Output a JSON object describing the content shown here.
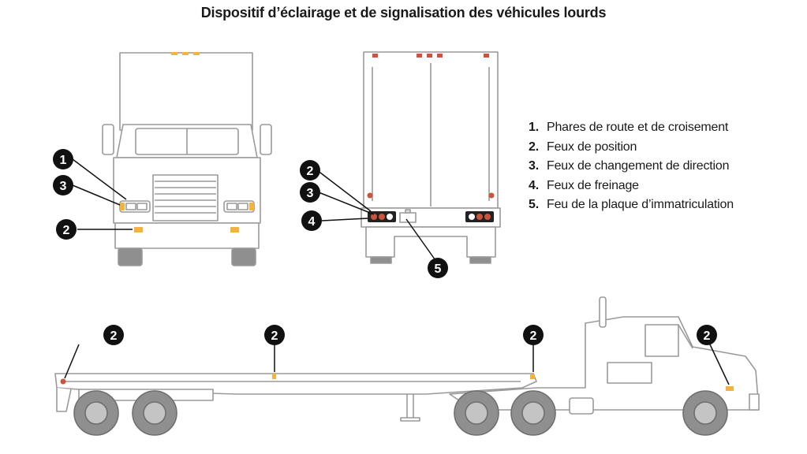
{
  "title": "Dispositif d’éclairage et de signalisation des véhicules lourds",
  "legend": [
    {
      "num": "1.",
      "label": "Phares de route et de croisement"
    },
    {
      "num": "2.",
      "label": "Feux de position"
    },
    {
      "num": "3.",
      "label": "Feux de changement de direction"
    },
    {
      "num": "4.",
      "label": "Feux de freinage"
    },
    {
      "num": "5.",
      "label": "Feu de la plaque d’immatriculation"
    }
  ],
  "callouts": {
    "front_1": "1",
    "front_3": "3",
    "front_2": "2",
    "rear_2": "2",
    "rear_3": "3",
    "rear_4": "4",
    "rear_5": "5",
    "side_trailer_rear_2": "2",
    "side_trailer_mid_2": "2",
    "side_trailer_front_2": "2",
    "side_tractor_2": "2"
  },
  "colors": {
    "outline": "#9a9a9a",
    "badge": "#111111",
    "amber": "#f3b33d",
    "red": "#c9553d",
    "headlight": "#ffffff",
    "wheel": "#8f8f8f"
  }
}
